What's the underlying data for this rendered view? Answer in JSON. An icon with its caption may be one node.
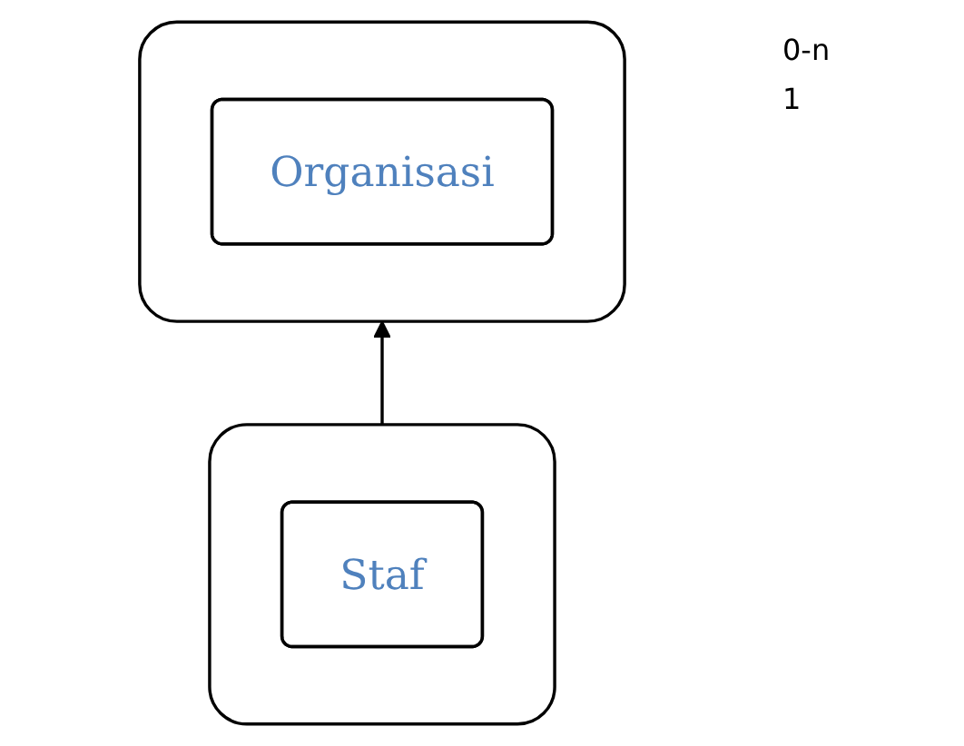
{
  "diagram": {
    "nodes": [
      {
        "text": [],
        "shape": "box"
      },
      {
        "text": [
          "Organisasi"
        ],
        "in": 0
      },
      {
        "text": [],
        "shape": "box"
      },
      {
        "text": [
          "Staf"
        ],
        "in": 2
      }
    ],
    "edges": [
      {
        "from": 2,
        "to": 0,
        "arrow": "to"
      }
    ],
    "labels": [
      "0-n",
      "1"
    ]
  }
}
